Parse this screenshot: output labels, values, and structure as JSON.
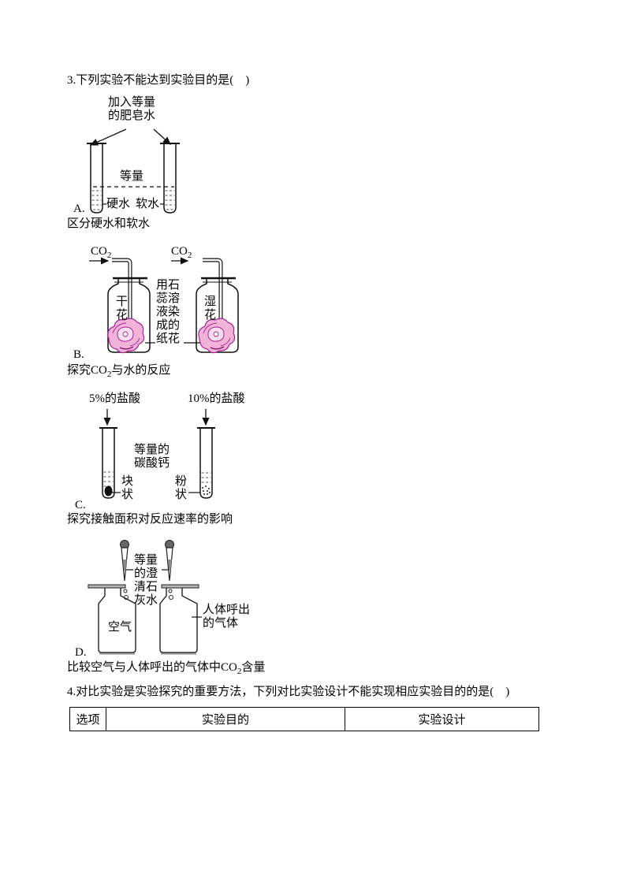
{
  "q3": {
    "text": "3.下列实验不能达到实验目的是(　)"
  },
  "optionA": {
    "label": "A.",
    "caption": "区分硬水和软水",
    "add_soap": "加入等量的肥皂水",
    "equal": "等量",
    "hard_water": "硬水",
    "soft_water": "软水"
  },
  "optionB": {
    "label": "B.",
    "gas": {
      "base": "CO",
      "sub": "2"
    },
    "dry_flower": "干花",
    "wet_flower": "湿花",
    "paper_flower_note": "用石蕊溶液染成的纸花",
    "caption": {
      "prefix": "探究",
      "co2": "CO",
      "sub": "2",
      "suffix": "与水的反应"
    }
  },
  "optionC": {
    "label": "C.",
    "caption": "探究接触面积对反应速率的影响",
    "acid5": "5%的盐酸",
    "acid10": "10%的盐酸",
    "equal_caco3": "等量的碳酸钙",
    "lump": "块状",
    "powder": "粉状"
  },
  "optionD": {
    "label": "D.",
    "equal_limewater": "等量的澄清石灰水",
    "air": "空气",
    "exhaled": "人体呼出的气体",
    "caption": {
      "prefix": "比较空气与人体呼出的气体中",
      "co2": "CO",
      "sub": "2",
      "suffix": "含量"
    }
  },
  "q4": {
    "text": "4.对比实验是实验探究的重要方法，下列对比实验设计不能实现相应实验目的的是(　)"
  },
  "table": {
    "headers": [
      "选项",
      "实验目的",
      "实验设计"
    ]
  },
  "colors": {
    "ink": "#000000",
    "flower_fill": "#f1b3d8",
    "flower_stroke": "#a52691"
  }
}
